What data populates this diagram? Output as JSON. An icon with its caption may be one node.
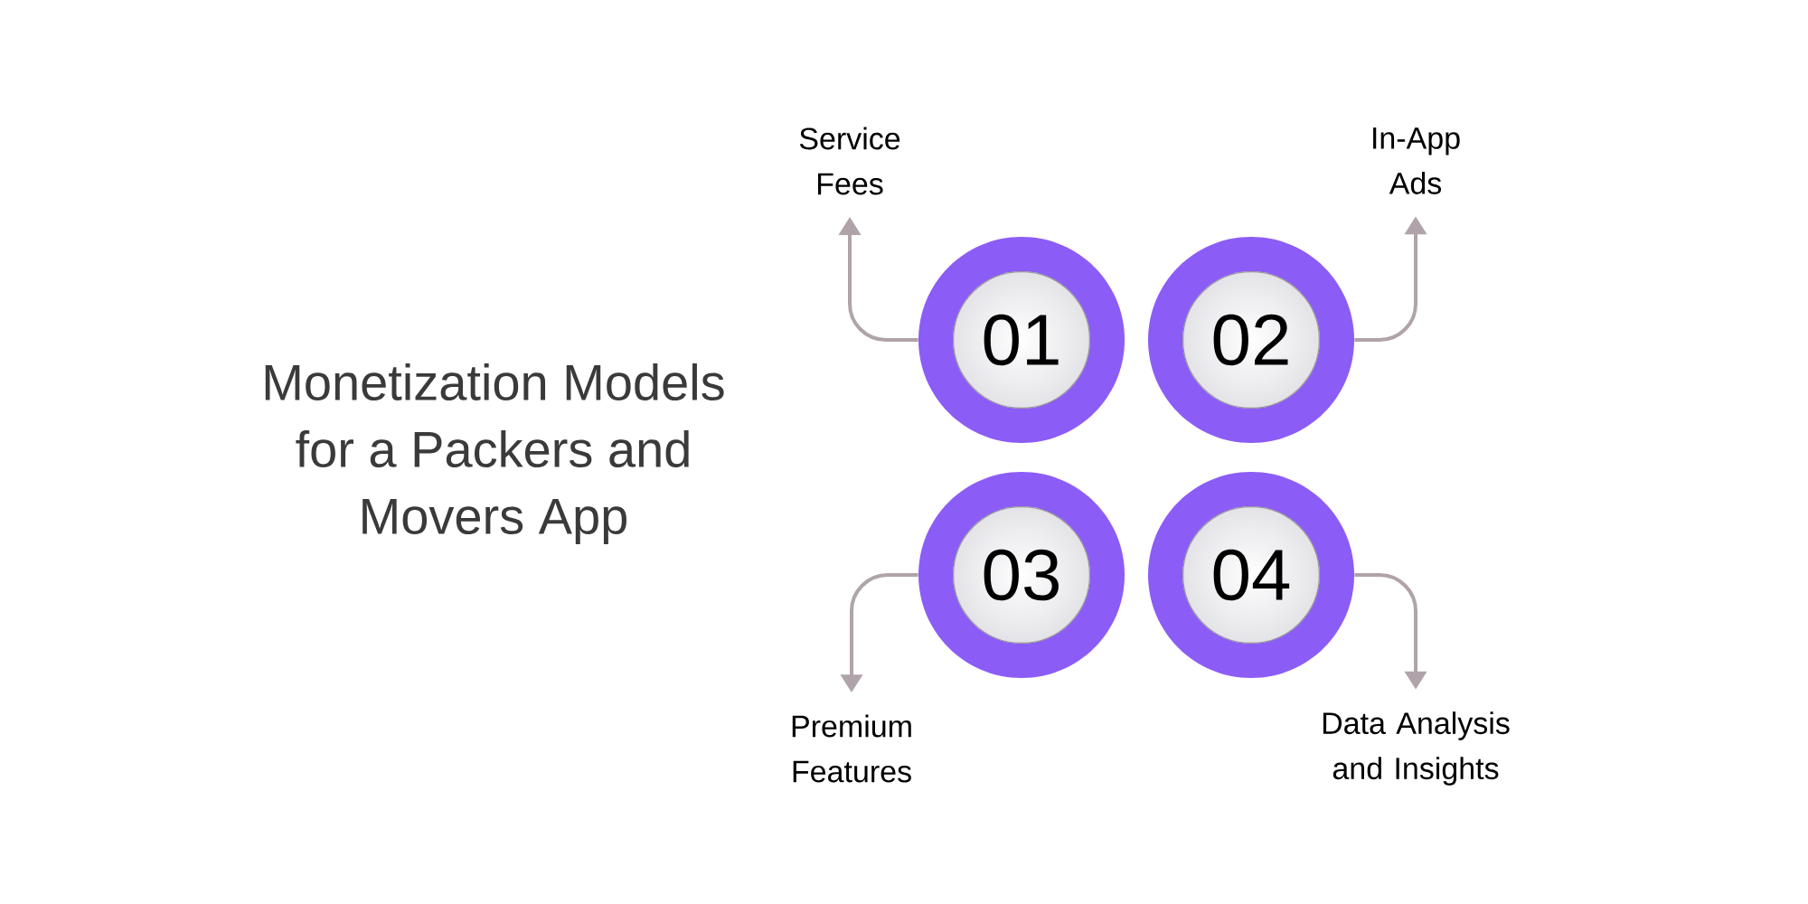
{
  "diagram": {
    "title": "Monetization Models for a Packers and Movers App",
    "nodes": [
      {
        "text": [
          "Service Fees"
        ]
      },
      {
        "text": [
          "In-App Ads"
        ]
      },
      {
        "text": [
          "01"
        ]
      },
      {
        "text": [
          "02"
        ]
      },
      {
        "text": [
          "03"
        ]
      },
      {
        "text": [
          "04"
        ]
      },
      {
        "text": [
          "Premium Features"
        ]
      },
      {
        "text": [
          "Data Analysis and Insights"
        ]
      }
    ],
    "edges": [
      {
        "from": 2,
        "to": 0,
        "arrow": "to"
      },
      {
        "from": 3,
        "to": 1,
        "arrow": "to"
      },
      {
        "from": 4,
        "to": 6,
        "arrow": "to"
      },
      {
        "from": 5,
        "to": 7,
        "arrow": "to"
      }
    ]
  }
}
